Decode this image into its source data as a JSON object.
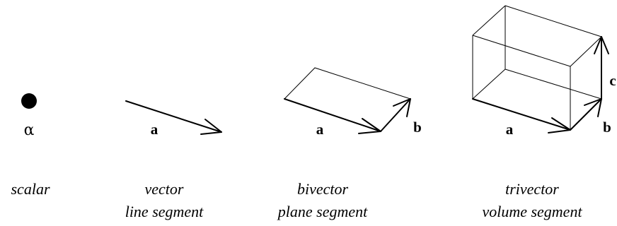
{
  "scalar": {
    "symbol": "α",
    "caption": "scalar"
  },
  "vector": {
    "vector_label": "a",
    "caption_line1": "vector",
    "caption_line2": "line segment"
  },
  "bivector": {
    "label_a": "a",
    "label_b": "b",
    "caption_line1": "bivector",
    "caption_line2": "plane segment"
  },
  "trivector": {
    "label_a": "a",
    "label_b": "b",
    "label_c": "c",
    "caption_line1": "trivector",
    "caption_line2": "volume segment"
  }
}
